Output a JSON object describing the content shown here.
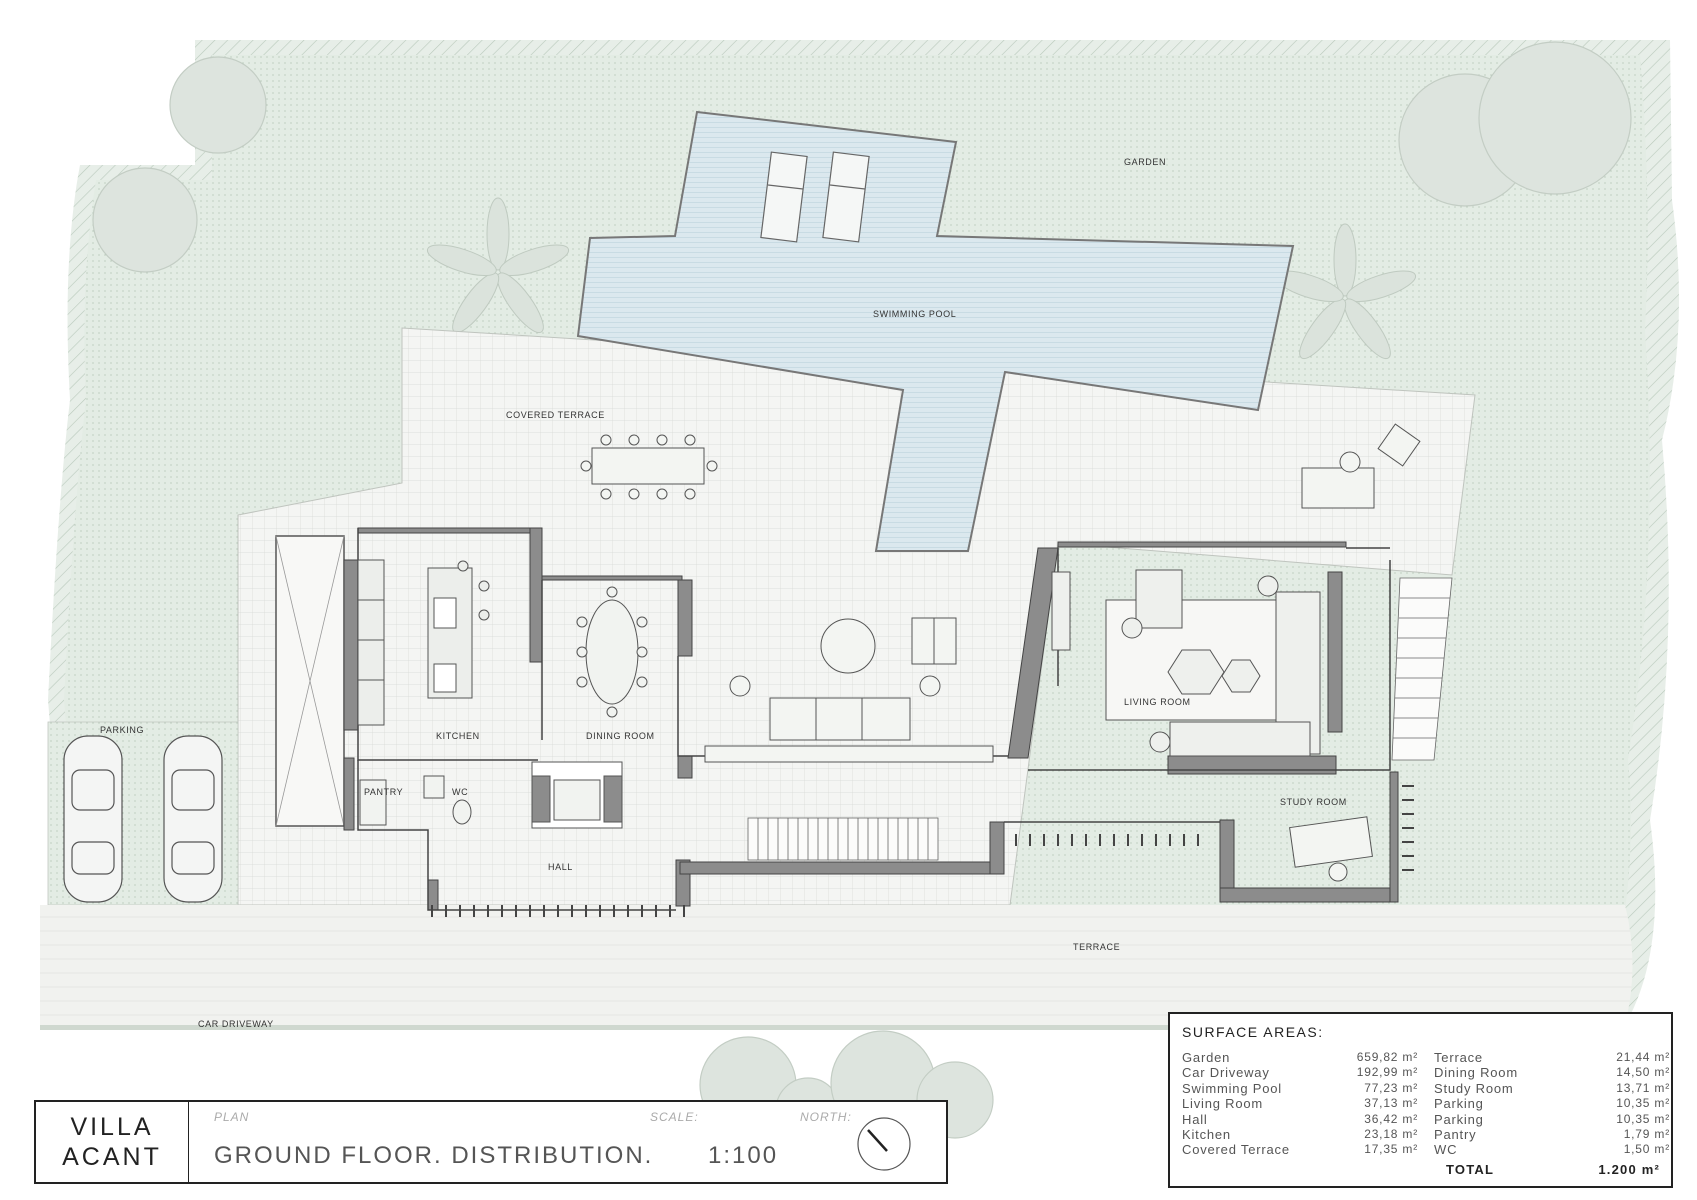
{
  "labels": {
    "garden": "GARDEN",
    "swimming_pool": "SWIMMING POOL",
    "covered_terrace": "COVERED TERRACE",
    "parking": "PARKING",
    "kitchen": "KITCHEN",
    "dining_room": "DINING ROOM",
    "pantry": "PANTRY",
    "wc": "WC",
    "hall": "HALL",
    "living_room": "LIVING ROOM",
    "study_room": "STUDY ROOM",
    "terrace": "TERRACE",
    "car_driveway": "CAR DRIVEWAY"
  },
  "title_block": {
    "project_line1": "VILLA",
    "project_line2": "ACANT",
    "plan_caption": "PLAN",
    "plan_value": "GROUND FLOOR. DISTRIBUTION.",
    "scale_caption": "SCALE:",
    "scale_value": "1:100",
    "north_caption": "NORTH:"
  },
  "surface_areas": {
    "title": "SURFACE AREAS:",
    "left": [
      {
        "name": "Garden",
        "value": "659,82 m²"
      },
      {
        "name": "Car Driveway",
        "value": "192,99 m²"
      },
      {
        "name": "Swimming Pool",
        "value": "77,23 m²"
      },
      {
        "name": "Living Room",
        "value": "37,13 m²"
      },
      {
        "name": "Hall",
        "value": "36,42 m²"
      },
      {
        "name": "Kitchen",
        "value": "23,18 m²"
      },
      {
        "name": "Covered Terrace",
        "value": "17,35 m²"
      }
    ],
    "right": [
      {
        "name": "Terrace",
        "value": "21,44 m²"
      },
      {
        "name": "Dining Room",
        "value": "14,50 m²"
      },
      {
        "name": "Study Room",
        "value": "13,71 m²"
      },
      {
        "name": "Parking",
        "value": "10,35 m²"
      },
      {
        "name": "Parking",
        "value": "10,35 m²"
      },
      {
        "name": "Pantry",
        "value": "1,79 m²"
      },
      {
        "name": "WC",
        "value": "1,50 m²"
      }
    ],
    "total_label": "TOTAL",
    "total_value": "1.200 m²"
  },
  "colors": {
    "garden_fill": "#e4ece5",
    "terrace_fill": "#f3f4f1",
    "pool_fill": "#dce9ef",
    "wall": "#8c8c8c",
    "line": "#555555"
  }
}
